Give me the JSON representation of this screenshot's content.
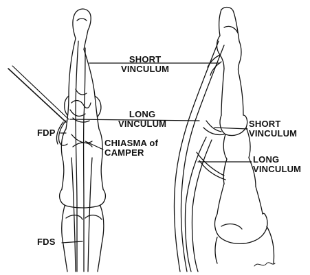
{
  "labels": {
    "short_vinculum_left": [
      "SHORT",
      "VINCULUM"
    ],
    "long_vinculum_center": [
      "LONG",
      "VINCULUM"
    ],
    "fdp": "FDP",
    "chiasma": [
      "CHIASMA of",
      "CAMPER"
    ],
    "fds": "FDS",
    "short_vinculum_right": [
      "SHORT",
      "VINCULUM"
    ],
    "long_vinculum_right": [
      "LONG",
      "VINCULUM"
    ]
  },
  "colors": {
    "ink": "#111111",
    "paper": "#ffffff"
  }
}
